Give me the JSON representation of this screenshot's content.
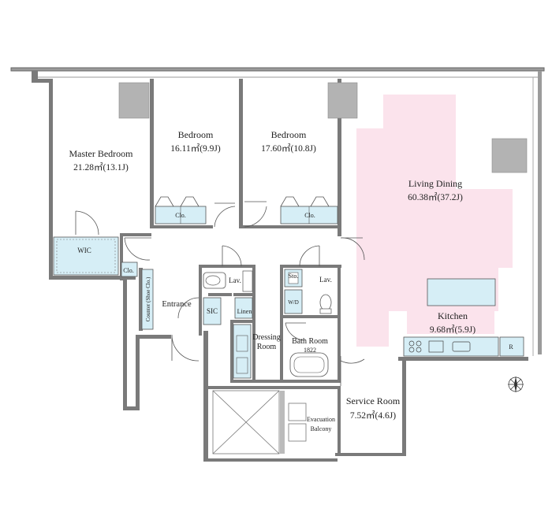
{
  "rooms": {
    "master_bedroom": {
      "name": "Master Bedroom",
      "area": "21.28㎡(13.1J)"
    },
    "bedroom_1": {
      "name": "Bedroom",
      "area": "16.11㎡(9.9J)"
    },
    "bedroom_2": {
      "name": "Bedroom",
      "area": "17.60㎡(10.8J)"
    },
    "living_dining": {
      "name": "Living Dining",
      "area": "60.38㎡(37.2J)"
    },
    "kitchen": {
      "name": "Kitchen",
      "area": "9.68㎡(5.9J)"
    },
    "service_room": {
      "name": "Service Room",
      "area": "7.52㎡(4.6J)"
    },
    "entrance": {
      "name": "Entrance"
    },
    "dressing_room": {
      "line1": "Dressing",
      "line2": "Room"
    },
    "bath_room": {
      "name": "Bath Room",
      "size": "1822"
    },
    "evacuation_balcony": {
      "line1": "Evacuation",
      "line2": "Balcony"
    }
  },
  "fixtures": {
    "wic": "WIC",
    "clo_master": "Clo.",
    "clo_bedroom_1": "Clo.",
    "clo_bedroom_2": "Clo.",
    "counter": "Counter (Shoe Clo.)",
    "sic": "SIC",
    "linen": "Linen",
    "lav_1": "Lav.",
    "lav_2": "Lav.",
    "sto": "Sto.",
    "wd": "W/D",
    "fridge": "R"
  },
  "colors": {
    "wall": "#7a7a7a",
    "closet_fill": "#d6eef6",
    "living_fill": "#fbe3ec"
  },
  "icons": [
    "compass-icon",
    "toilet-icon",
    "bathtub-icon",
    "sink-icon",
    "stove-icon"
  ]
}
